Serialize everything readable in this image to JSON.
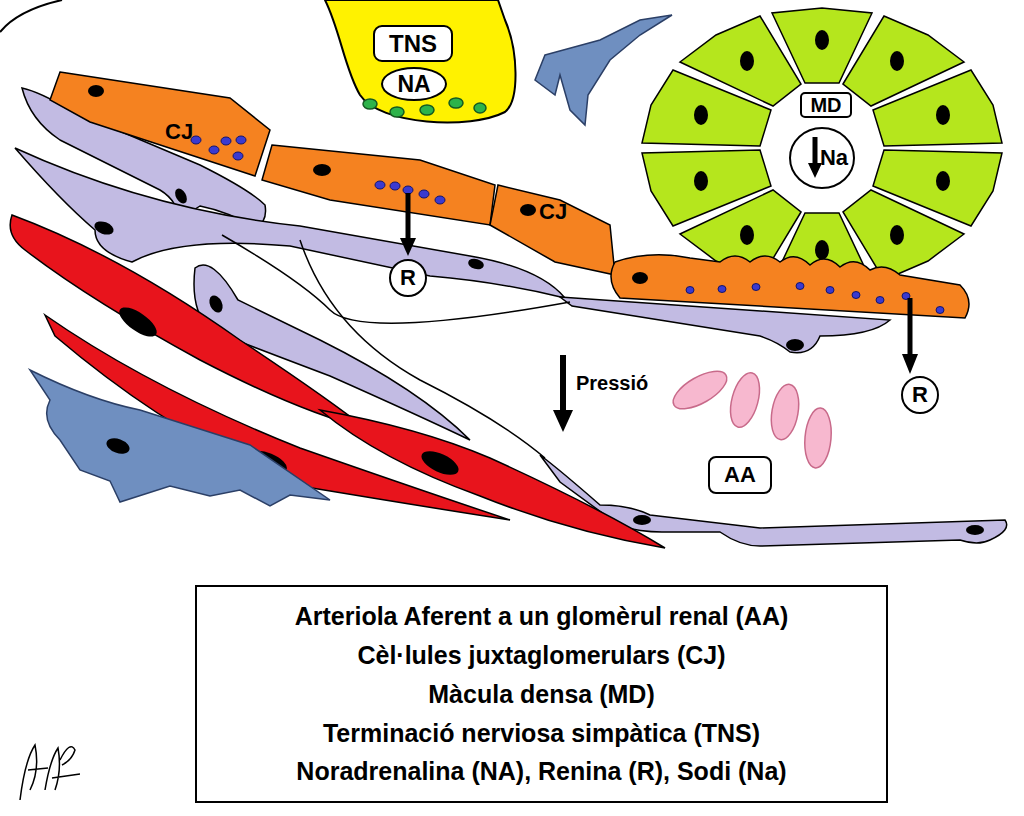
{
  "diagram": {
    "nodes": [
      {
        "text": [
          "TNS"
        ]
      },
      {
        "text": [
          "NA"
        ]
      },
      {
        "text": [
          "MD"
        ]
      },
      {
        "text": [
          "Na"
        ]
      },
      {
        "text": [
          "R"
        ]
      },
      {
        "text": [
          "R"
        ]
      },
      {
        "text": [
          "AA"
        ]
      },
      {
        "text": [
          "Arteriola Aferent a un glomèrul renal (AA)",
          "Cèl·lules juxtaglomerulars (CJ)",
          "Màcula densa (MD)",
          "Terminació nerviosa simpàtica (TNS)",
          "Noradrenalina (NA), Renina (R), Sodi (Na)"
        ]
      }
    ],
    "labels": [
      "CJ",
      "CJ",
      "Pressió"
    ]
  }
}
